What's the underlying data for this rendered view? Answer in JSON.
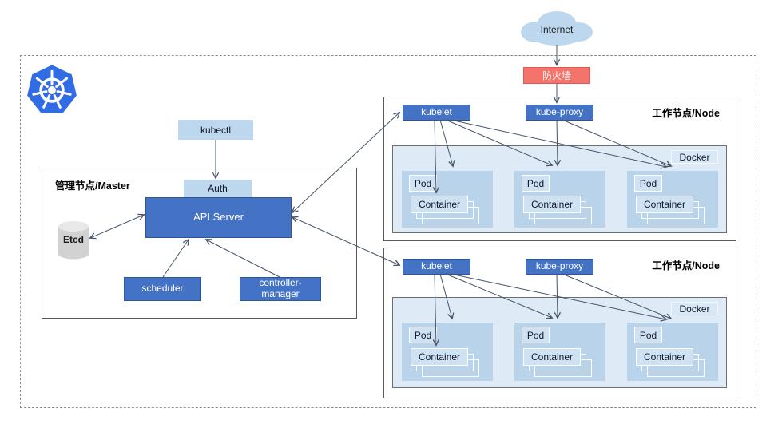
{
  "internet": {
    "label": "Internet"
  },
  "firewall": {
    "label": "防火墙"
  },
  "kubectl_label": "kubectl",
  "master": {
    "title": "管理节点/Master",
    "auth": "Auth",
    "api_server": "API Server",
    "etcd": "Etcd",
    "scheduler": "scheduler",
    "controller_manager": "controller-manager"
  },
  "nodes": [
    {
      "title": "工作节点/Node",
      "kubelet": "kubelet",
      "kube_proxy": "kube-proxy",
      "docker": "Docker",
      "pods": [
        {
          "label": "Pod",
          "container": "Container"
        },
        {
          "label": "Pod",
          "container": "Container"
        },
        {
          "label": "Pod",
          "container": "Container"
        }
      ]
    },
    {
      "title": "工作节点/Node",
      "kubelet": "kubelet",
      "kube_proxy": "kube-proxy",
      "docker": "Docker",
      "pods": [
        {
          "label": "Pod",
          "container": "Container"
        },
        {
          "label": "Pod",
          "container": "Container"
        },
        {
          "label": "Pod",
          "container": "Container"
        }
      ]
    }
  ],
  "colors": {
    "primary_blue": "#4472C4",
    "primary_blue_border": "#2F5597",
    "light_blue": "#BDD7EE",
    "panel_blue": "#DEEBF7",
    "pod_blue": "#B9D3EA",
    "chip_blue": "#CFE2F4",
    "firewall_red": "#F4736B",
    "k8s_blue": "#326CE5",
    "arrow": "#44546A",
    "box_border": "#595959"
  },
  "connections": [
    {
      "from": "internet",
      "to": "firewall",
      "arrow": "one-way"
    },
    {
      "from": "firewall",
      "to": "node1-kube-proxy",
      "arrow": "one-way"
    },
    {
      "from": "kubectl",
      "to": "auth",
      "arrow": "one-way"
    },
    {
      "from": "api-server",
      "to": "etcd",
      "arrow": "two-way"
    },
    {
      "from": "scheduler",
      "to": "api-server",
      "arrow": "one-way"
    },
    {
      "from": "controller-manager",
      "to": "api-server",
      "arrow": "one-way"
    },
    {
      "from": "api-server",
      "to": "node1-kubelet",
      "arrow": "two-way"
    },
    {
      "from": "api-server",
      "to": "node2-kubelet",
      "arrow": "two-way"
    },
    {
      "from": "node1-kubelet",
      "to": "node1-pod1-container",
      "arrow": "one-way"
    },
    {
      "from": "node1-kubelet",
      "to": "node1-pod1",
      "arrow": "one-way"
    },
    {
      "from": "node1-kubelet",
      "to": "node1-pod2",
      "arrow": "one-way"
    },
    {
      "from": "node1-kubelet",
      "to": "node1-pod3",
      "arrow": "one-way"
    },
    {
      "from": "node1-kube-proxy",
      "to": "node1-pod2",
      "arrow": "one-way"
    },
    {
      "from": "node1-kube-proxy",
      "to": "node1-pod3",
      "arrow": "one-way"
    },
    {
      "from": "node2-kubelet",
      "to": "node2-pod1-container",
      "arrow": "one-way"
    },
    {
      "from": "node2-kubelet",
      "to": "node2-pod1",
      "arrow": "one-way"
    },
    {
      "from": "node2-kubelet",
      "to": "node2-pod2",
      "arrow": "one-way"
    },
    {
      "from": "node2-kubelet",
      "to": "node2-pod3",
      "arrow": "one-way"
    },
    {
      "from": "node2-kube-proxy",
      "to": "node2-pod2",
      "arrow": "one-way"
    },
    {
      "from": "node2-kube-proxy",
      "to": "node2-pod3",
      "arrow": "one-way"
    }
  ]
}
